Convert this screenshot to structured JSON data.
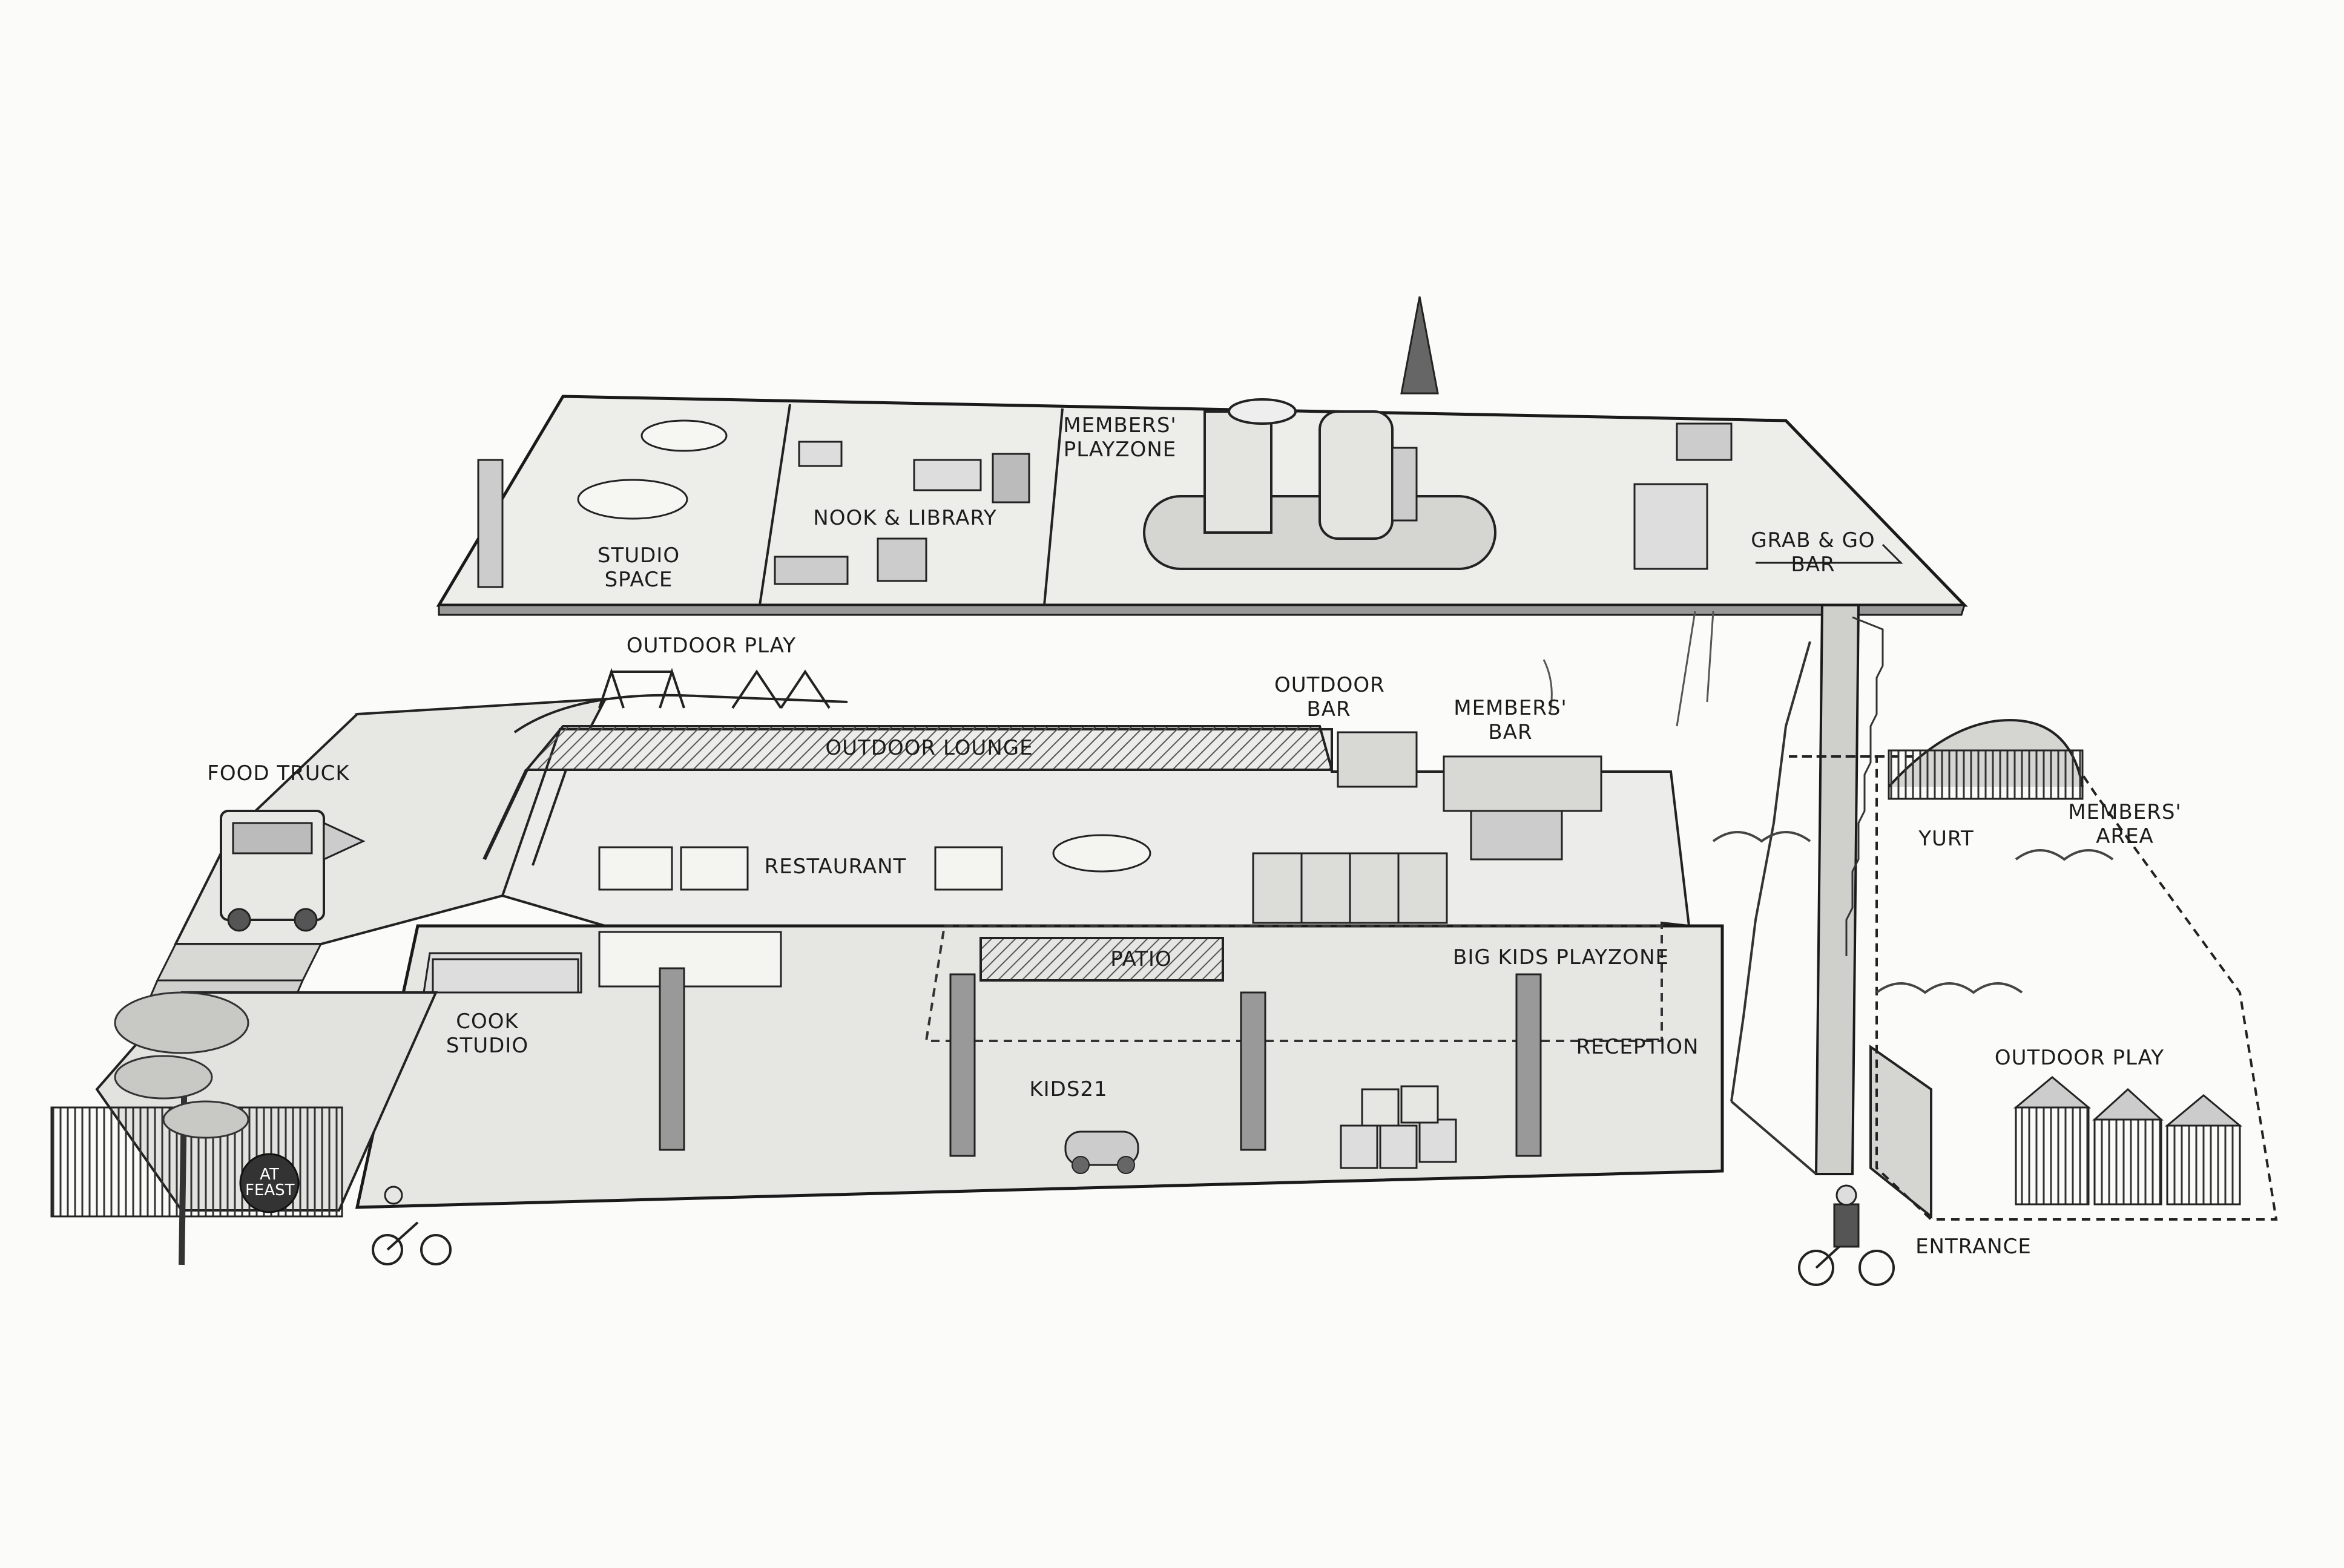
{
  "labels": {
    "studio_space_1": "STUDIO",
    "studio_space_2": "SPACE",
    "nook_library": "NOOK & LIBRARY",
    "members_playzone_1": "MEMBERS'",
    "members_playzone_2": "PLAYZONE",
    "grab_go_1": "GRAB & GO",
    "grab_go_2": "BAR",
    "outdoor_play_top": "OUTDOOR PLAY",
    "food_truck": "FOOD TRUCK",
    "outdoor_lounge": "OUTDOOR LOUNGE",
    "outdoor_bar_1": "OUTDOOR",
    "outdoor_bar_2": "BAR",
    "members_bar_1": "MEMBERS'",
    "members_bar_2": "BAR",
    "restaurant": "RESTAURANT",
    "yurt": "YURT",
    "members_area_1": "MEMBERS'",
    "members_area_2": "AREA",
    "patio": "PATIO",
    "big_kids_playzone": "BIG KIDS PLAYZONE",
    "cook_studio_1": "COOK",
    "cook_studio_2": "STUDIO",
    "reception": "RECEPTION",
    "outdoor_play_right": "OUTDOOR PLAY",
    "kids21": "KIDS21",
    "entrance": "ENTRANCE",
    "logo": "AT FEAST"
  }
}
